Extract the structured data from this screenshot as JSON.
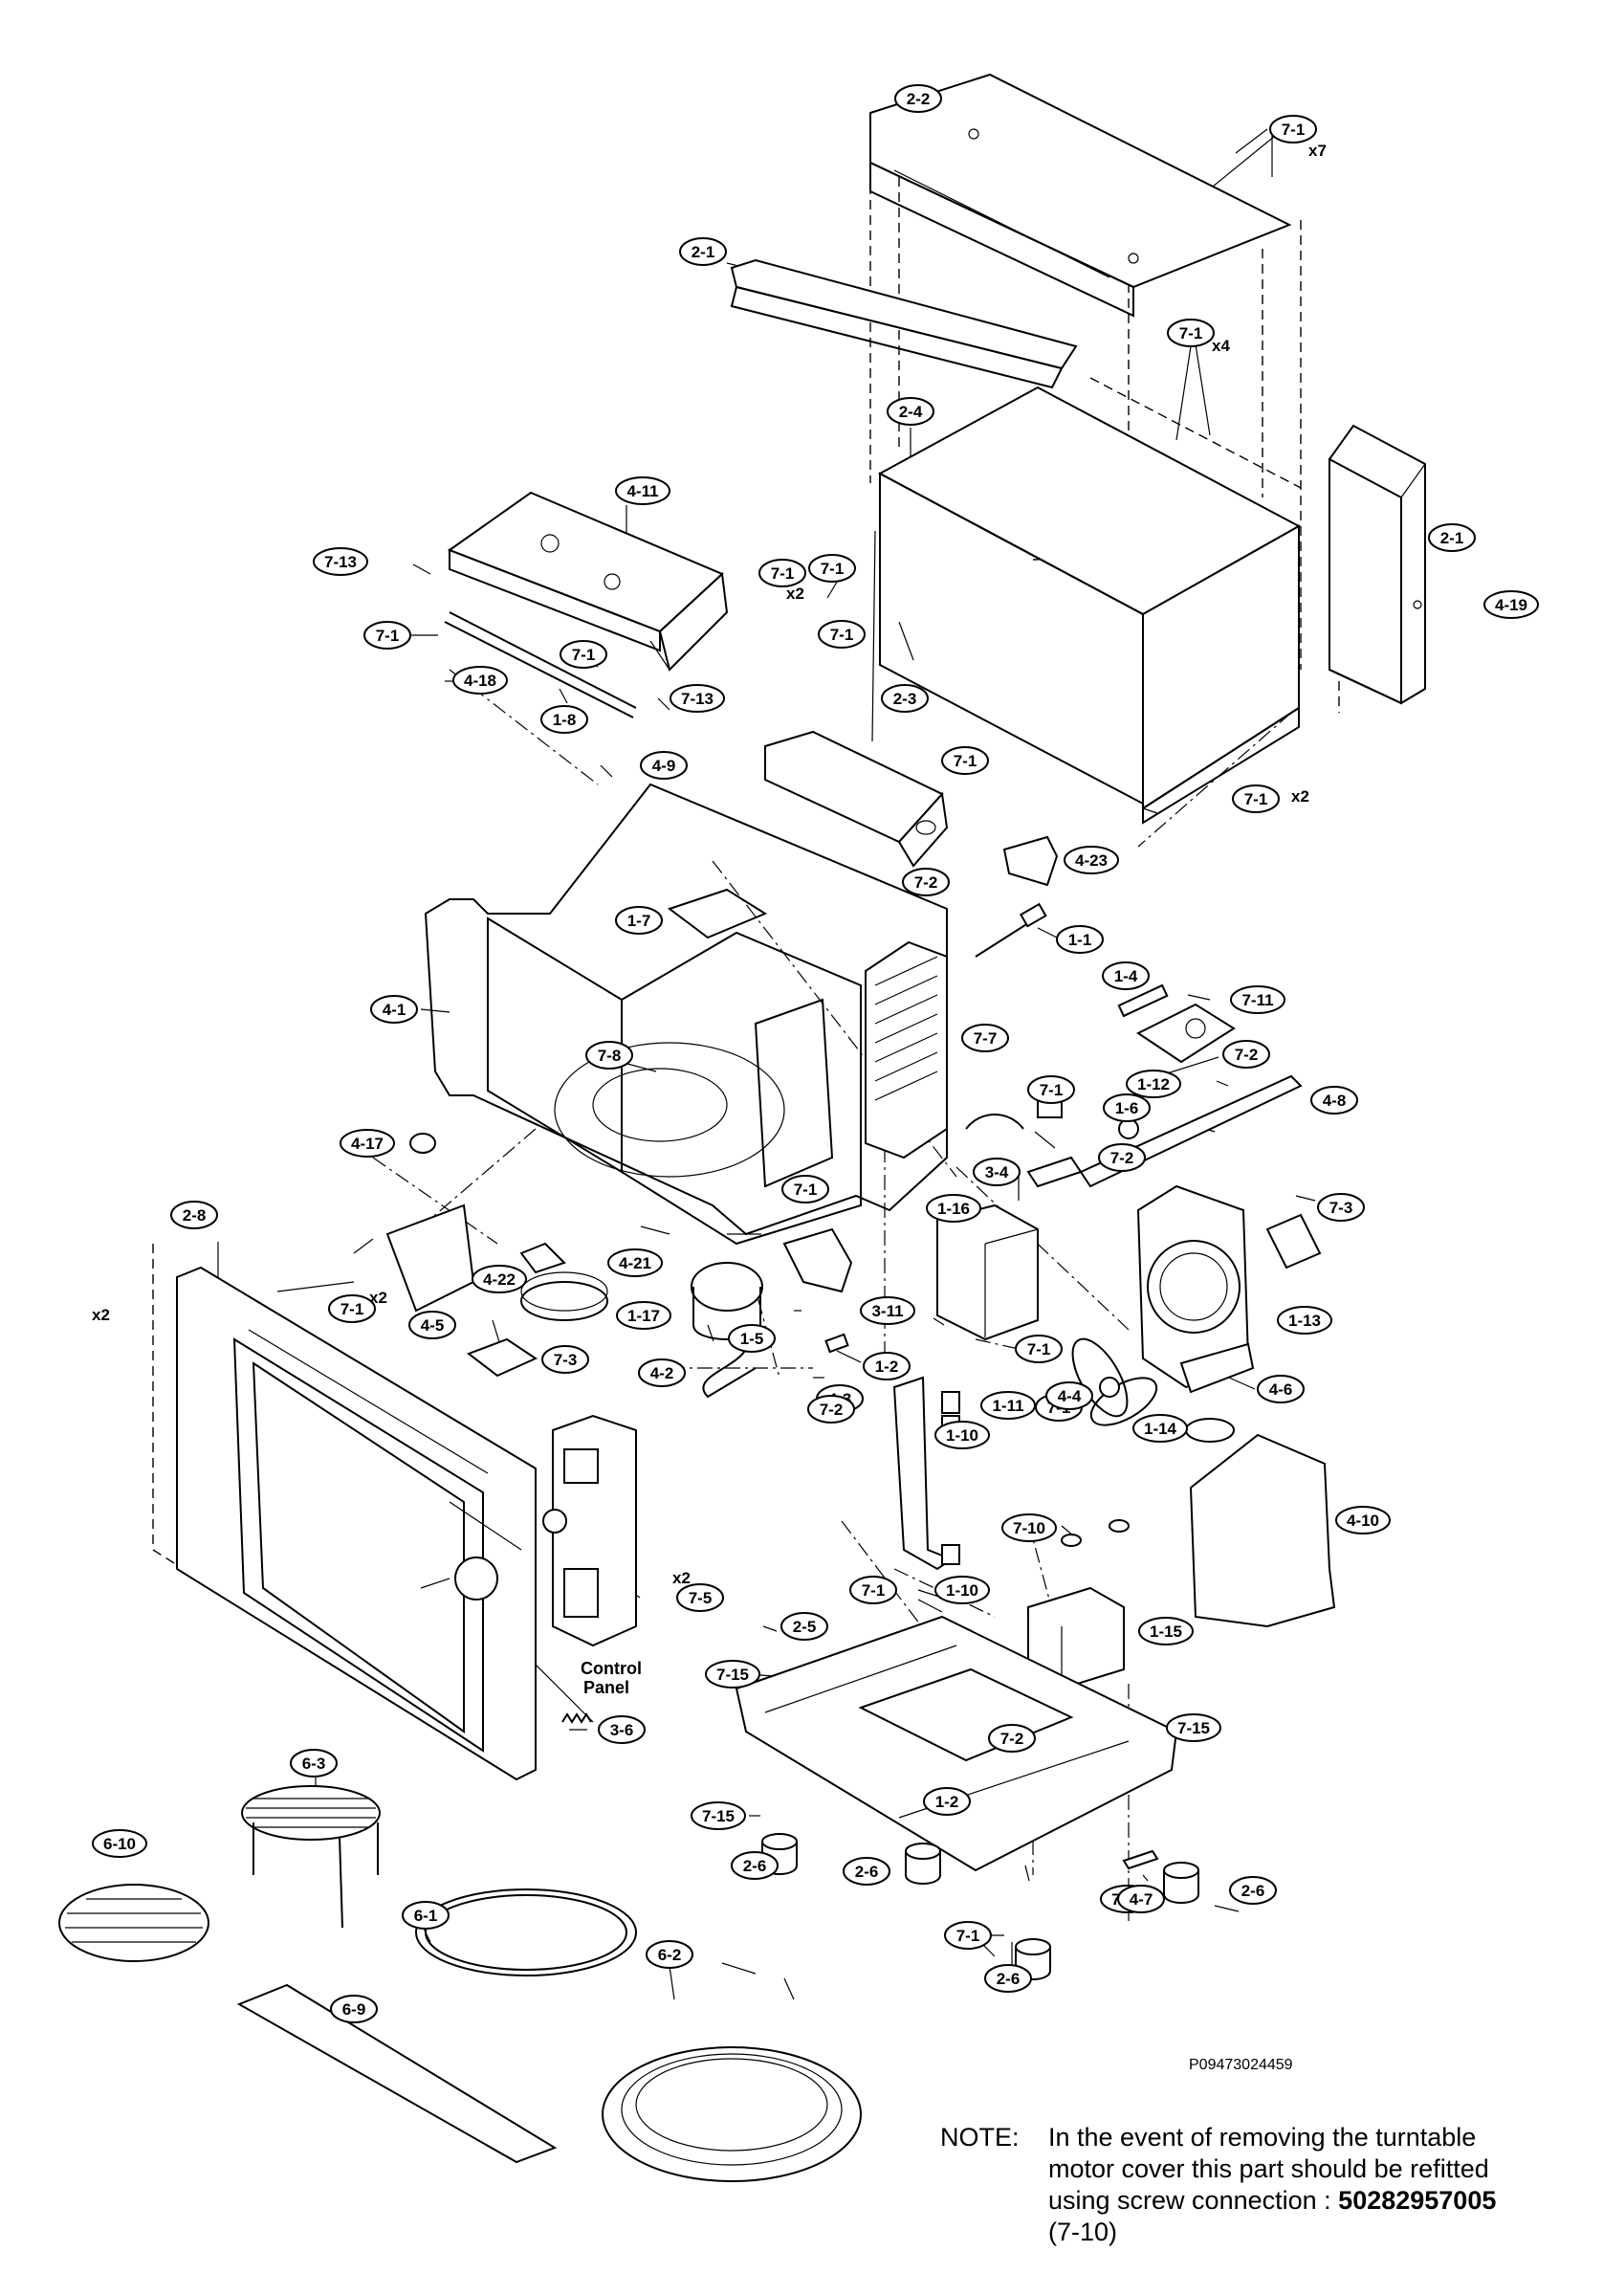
{
  "labels": [
    "2-2",
    "7-1",
    "2-1",
    "7-1",
    "2-4",
    "7-1",
    "2-1",
    "4-19",
    "4-11",
    "7-13",
    "7-1",
    "7-1",
    "7-1",
    "7-1",
    "4-18",
    "1-8",
    "7-13",
    "4-9",
    "2-3",
    "7-1",
    "7-1",
    "4-23",
    "7-2",
    "1-1",
    "1-7",
    "4-1",
    "1-4",
    "7-11",
    "7-8",
    "7-7",
    "7-2",
    "1-12",
    "1-6",
    "4-8",
    "7-1",
    "4-17",
    "3-4",
    "7-2",
    "7-1",
    "7-3",
    "1-16",
    "2-8",
    "4-21",
    "4-22",
    "7-1",
    "1-17",
    "4-5",
    "1-5",
    "3-11",
    "1-13",
    "7-1",
    "7-3",
    "4-2",
    "1-2",
    "4-3",
    "7-2",
    "1-11",
    "7-1",
    "4-6",
    "1-10",
    "4-4",
    "1-14",
    "4-10",
    "7-10",
    "7-5",
    "1-10",
    "7-1",
    "1-15",
    "2-5",
    "7-15",
    "3-6",
    "7-15",
    "6-3",
    "7-2",
    "6-10",
    "7-15",
    "1-2",
    "2-6",
    "2-6",
    "7-15",
    "4-7",
    "2-6",
    "6-1",
    "7-1",
    "2-6",
    "6-9",
    "6-2"
  ],
  "multipliers": [
    "x7",
    "x4",
    "x2",
    "x2",
    "x2",
    "x2",
    "x2"
  ],
  "control_panel_label": [
    "Control",
    "Panel"
  ],
  "diagram_code": "P09473024459",
  "note": {
    "heading": "NOTE:",
    "body": "In the event of removing the turntable motor cover this part should be refitted using screw connection : ",
    "part_number": "50282957005",
    "ref": " (7-10)"
  }
}
